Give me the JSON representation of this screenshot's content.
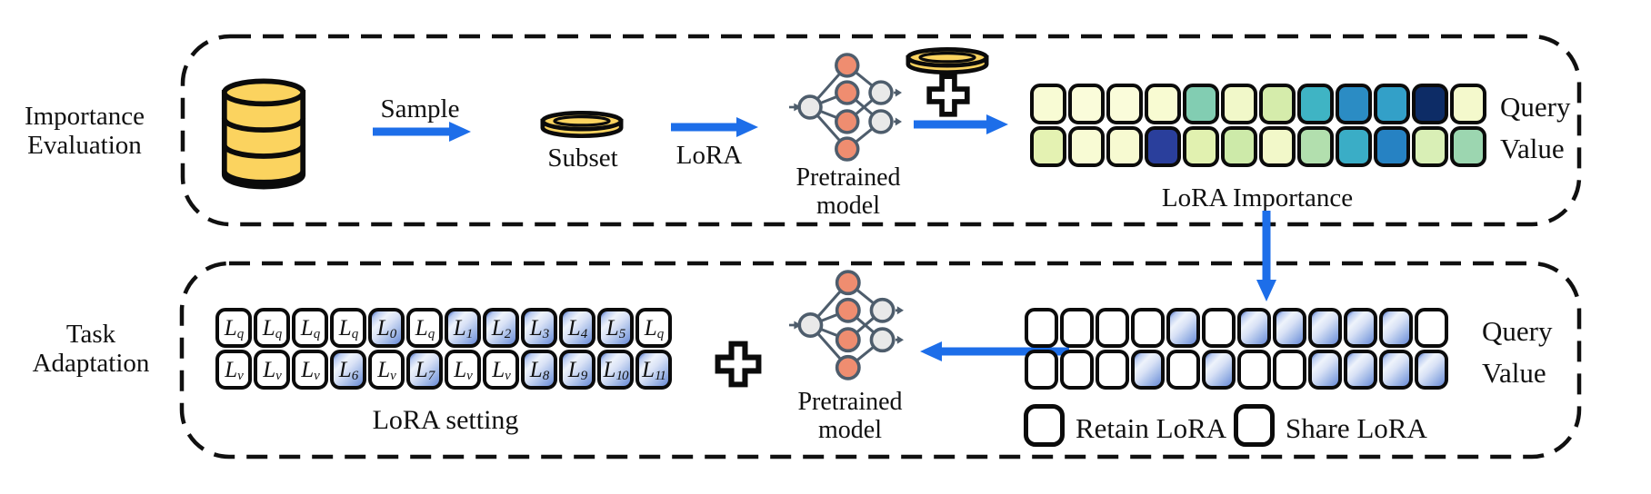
{
  "colors": {
    "arrow_blue": "#1d6ee9",
    "database_yellow": "#fbd35f",
    "node_orange": "#ef8d70",
    "node_gray": "#e9e9e9",
    "node_stroke": "#4e5d6c",
    "retain_blue": "#6f8fd8",
    "importance_navy": "#0d2c66"
  },
  "top_panel": {
    "side_label": {
      "line1": "Importance",
      "line2": "Evaluation"
    },
    "sample_arrow_label": "Sample",
    "subset_label": "Subset",
    "lora_arrow_label": "LoRA",
    "pretrained_model_label": {
      "line1": "Pretrained",
      "line2": "model"
    },
    "importance_heatmap": {
      "caption": "LoRA Importance",
      "row_labels": {
        "query": "Query",
        "value": "Value"
      },
      "rows": [
        {
          "name": "query",
          "cells": [
            {
              "color": "#f8fbd4"
            },
            {
              "color": "#fafcda"
            },
            {
              "color": "#fafcda"
            },
            {
              "color": "#f8fbd2"
            },
            {
              "color": "#82cdb2"
            },
            {
              "color": "#f1f8c9"
            },
            {
              "color": "#d5ecab"
            },
            {
              "color": "#3fb4c4"
            },
            {
              "color": "#2b8cc4"
            },
            {
              "color": "#33a0c8"
            },
            {
              "color": "#0d2c66"
            },
            {
              "color": "#f4f9cc"
            }
          ]
        },
        {
          "name": "value",
          "cells": [
            {
              "color": "#e4f2b2"
            },
            {
              "color": "#f8fbd4"
            },
            {
              "color": "#f7fad1"
            },
            {
              "color": "#2a3f9c"
            },
            {
              "color": "#e1f1b0"
            },
            {
              "color": "#cdeaa9"
            },
            {
              "color": "#f2f8c9"
            },
            {
              "color": "#b2dfae"
            },
            {
              "color": "#3aadc6"
            },
            {
              "color": "#2682c3"
            },
            {
              "color": "#d9efb6"
            },
            {
              "color": "#9cd6b0"
            }
          ]
        }
      ]
    }
  },
  "bottom_panel": {
    "side_label": {
      "line1": "Task",
      "line2": "Adaptation"
    },
    "lora_setting_grid": {
      "caption": "LoRA setting",
      "rows": [
        {
          "name": "query",
          "cells": [
            {
              "base": "L",
              "sub": "q",
              "retain": false
            },
            {
              "base": "L",
              "sub": "q",
              "retain": false
            },
            {
              "base": "L",
              "sub": "q",
              "retain": false
            },
            {
              "base": "L",
              "sub": "q",
              "retain": false
            },
            {
              "base": "L",
              "sub": "0",
              "retain": true
            },
            {
              "base": "L",
              "sub": "q",
              "retain": false
            },
            {
              "base": "L",
              "sub": "1",
              "retain": true
            },
            {
              "base": "L",
              "sub": "2",
              "retain": true
            },
            {
              "base": "L",
              "sub": "3",
              "retain": true
            },
            {
              "base": "L",
              "sub": "4",
              "retain": true
            },
            {
              "base": "L",
              "sub": "5",
              "retain": true
            },
            {
              "base": "L",
              "sub": "q",
              "retain": false
            }
          ]
        },
        {
          "name": "value",
          "cells": [
            {
              "base": "L",
              "sub": "v",
              "retain": false
            },
            {
              "base": "L",
              "sub": "v",
              "retain": false
            },
            {
              "base": "L",
              "sub": "v",
              "retain": false
            },
            {
              "base": "L",
              "sub": "6",
              "retain": true
            },
            {
              "base": "L",
              "sub": "v",
              "retain": false
            },
            {
              "base": "L",
              "sub": "7",
              "retain": true
            },
            {
              "base": "L",
              "sub": "v",
              "retain": false
            },
            {
              "base": "L",
              "sub": "v",
              "retain": false
            },
            {
              "base": "L",
              "sub": "8",
              "retain": true
            },
            {
              "base": "L",
              "sub": "9",
              "retain": true
            },
            {
              "base": "L",
              "sub": "10",
              "retain": true
            },
            {
              "base": "L",
              "sub": "11",
              "retain": true
            }
          ]
        }
      ]
    },
    "pretrained_model_label": {
      "line1": "Pretrained",
      "line2": "model"
    },
    "retain_grid": {
      "row_labels": {
        "query": "Query",
        "value": "Value"
      },
      "rows": [
        {
          "name": "query",
          "cells": [
            {
              "retain": false
            },
            {
              "retain": false
            },
            {
              "retain": false
            },
            {
              "retain": false
            },
            {
              "retain": true
            },
            {
              "retain": false
            },
            {
              "retain": true
            },
            {
              "retain": true
            },
            {
              "retain": true
            },
            {
              "retain": true
            },
            {
              "retain": true
            },
            {
              "retain": false
            }
          ]
        },
        {
          "name": "value",
          "cells": [
            {
              "retain": false
            },
            {
              "retain": false
            },
            {
              "retain": false
            },
            {
              "retain": true
            },
            {
              "retain": false
            },
            {
              "retain": true
            },
            {
              "retain": false
            },
            {
              "retain": false
            },
            {
              "retain": true
            },
            {
              "retain": true
            },
            {
              "retain": true
            },
            {
              "retain": true
            }
          ]
        }
      ]
    },
    "legend": {
      "retain": {
        "label": "Retain LoRA"
      },
      "share": {
        "label": "Share LoRA"
      }
    }
  }
}
